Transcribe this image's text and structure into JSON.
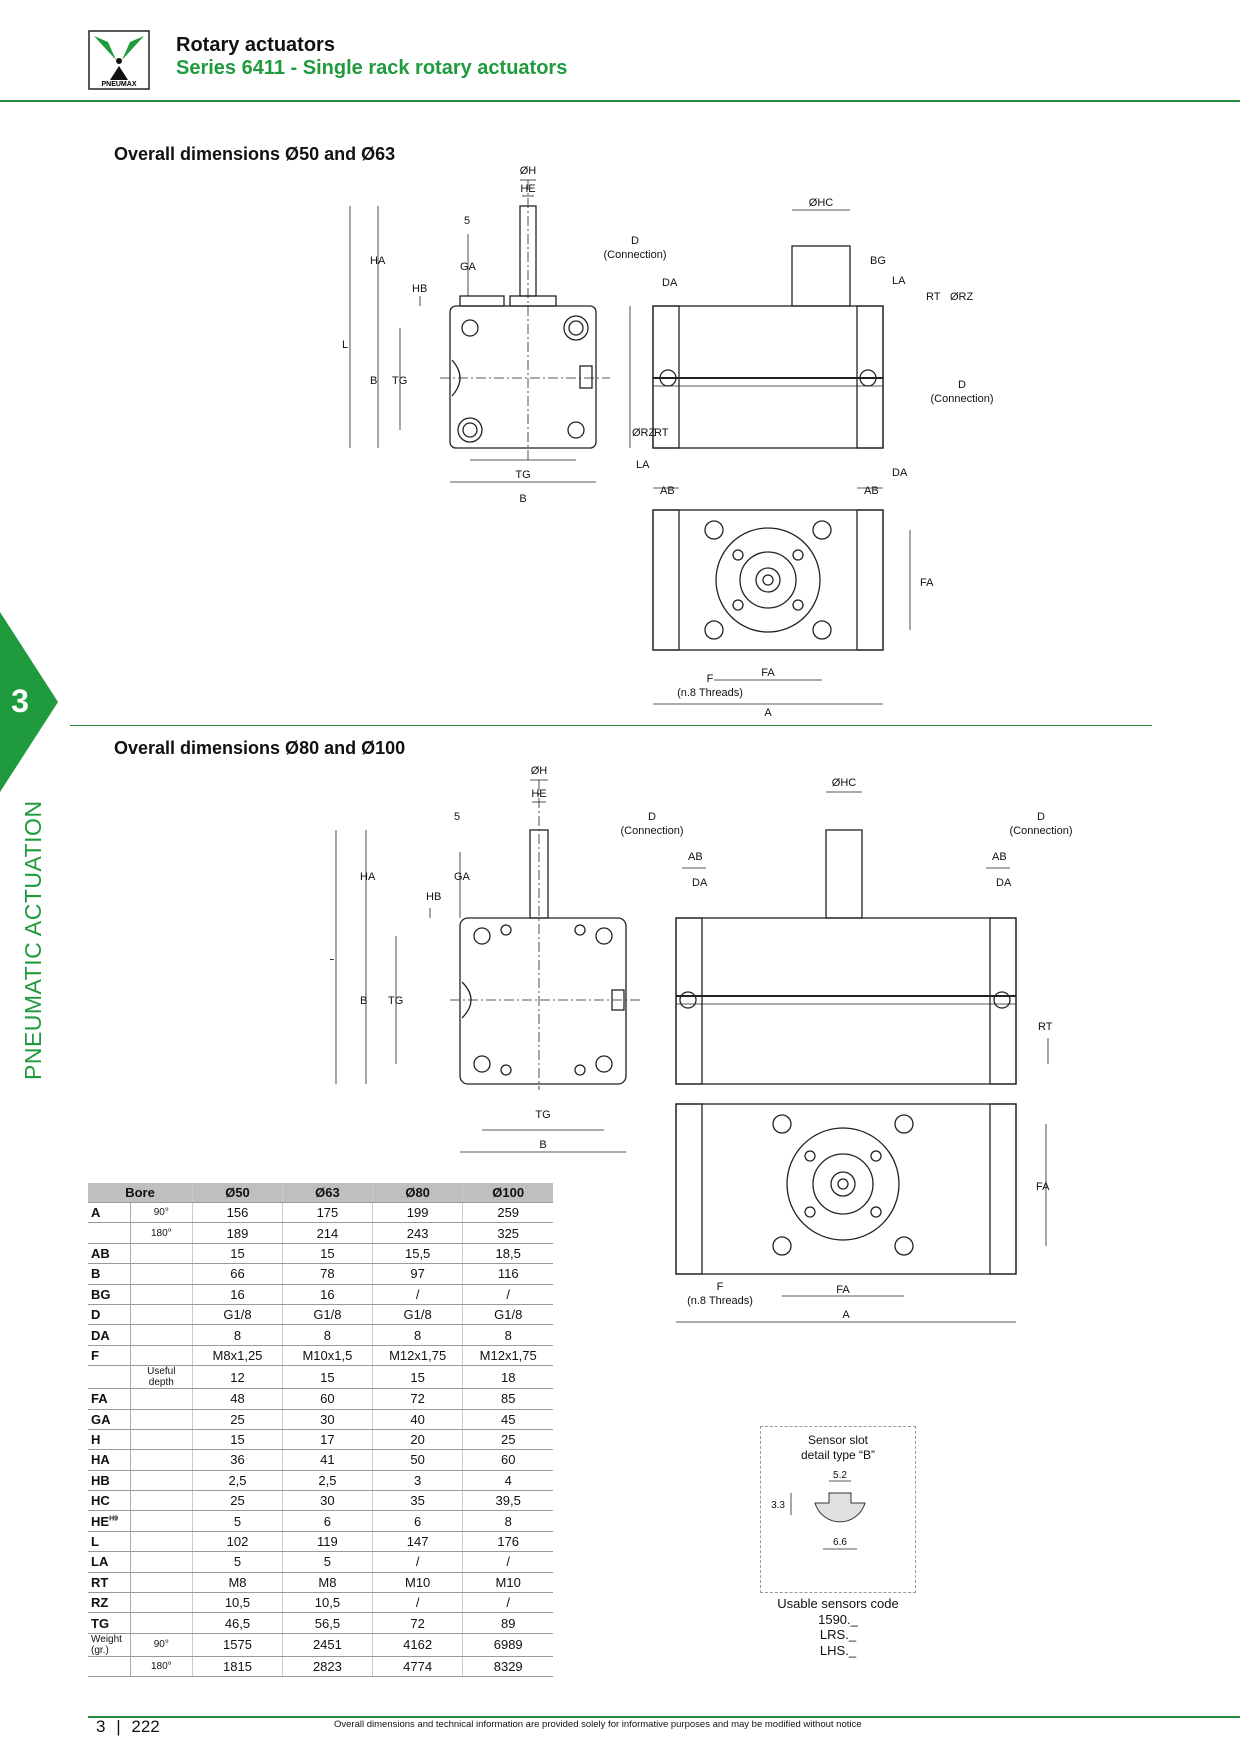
{
  "header": {
    "logo_text": "PNEUMAX",
    "title": "Rotary actuators",
    "subtitle": "Series 6411 - Single rack rotary actuators"
  },
  "section_tab": {
    "number": "3",
    "label": "PNEUMATIC ACTUATION"
  },
  "section1": {
    "title": "Overall dimensions Ø50 and Ø63",
    "labels": {
      "oh": "ØH",
      "he": "HE",
      "five": "5",
      "ga": "GA",
      "ha": "HA",
      "hb": "HB",
      "l": "L",
      "b": "B",
      "tg": "TG",
      "ohc": "ØHC",
      "bg": "BG",
      "la": "LA",
      "rt": "RT",
      "orz": "ØRZ",
      "d": "D",
      "connection": "(Connection)",
      "da": "DA",
      "ab": "AB",
      "fa": "FA",
      "f": "F",
      "threads": "(n.8 Threads)",
      "a": "A"
    }
  },
  "section2": {
    "title": "Overall dimensions Ø80 and Ø100"
  },
  "table": {
    "header": [
      "Bore",
      "Ø50",
      "Ø63",
      "Ø80",
      "Ø100"
    ],
    "rows": [
      {
        "k": "A",
        "s": "90°",
        "v": [
          "156",
          "175",
          "199",
          "259"
        ]
      },
      {
        "k": "",
        "s": "180°",
        "v": [
          "189",
          "214",
          "243",
          "325"
        ]
      },
      {
        "k": "AB",
        "s": "",
        "v": [
          "15",
          "15",
          "15,5",
          "18,5"
        ]
      },
      {
        "k": "B",
        "s": "",
        "v": [
          "66",
          "78",
          "97",
          "116"
        ]
      },
      {
        "k": "BG",
        "s": "",
        "v": [
          "16",
          "16",
          "/",
          "/"
        ]
      },
      {
        "k": "D",
        "s": "",
        "v": [
          "G1/8",
          "G1/8",
          "G1/8",
          "G1/8"
        ]
      },
      {
        "k": "DA",
        "s": "",
        "v": [
          "8",
          "8",
          "8",
          "8"
        ]
      },
      {
        "k": "F",
        "s": "",
        "v": [
          "M8x1,25",
          "M10x1,5",
          "M12x1,75",
          "M12x1,75"
        ]
      },
      {
        "k": "",
        "s": "Useful depth",
        "v": [
          "12",
          "15",
          "15",
          "18"
        ]
      },
      {
        "k": "FA",
        "s": "",
        "v": [
          "48",
          "60",
          "72",
          "85"
        ]
      },
      {
        "k": "GA",
        "s": "",
        "v": [
          "25",
          "30",
          "40",
          "45"
        ]
      },
      {
        "k": "H",
        "s": "",
        "v": [
          "15",
          "17",
          "20",
          "25"
        ]
      },
      {
        "k": "HA",
        "s": "",
        "v": [
          "36",
          "41",
          "50",
          "60"
        ]
      },
      {
        "k": "HB",
        "s": "",
        "v": [
          "2,5",
          "2,5",
          "3",
          "4"
        ]
      },
      {
        "k": "HC",
        "s": "",
        "v": [
          "25",
          "30",
          "35",
          "39,5"
        ]
      },
      {
        "k": "HE",
        "s": "",
        "v": [
          "5",
          "6",
          "6",
          "8"
        ]
      },
      {
        "k": "L",
        "s": "",
        "v": [
          "102",
          "119",
          "147",
          "176"
        ]
      },
      {
        "k": "LA",
        "s": "",
        "v": [
          "5",
          "5",
          "/",
          "/"
        ]
      },
      {
        "k": "RT",
        "s": "",
        "v": [
          "M8",
          "M8",
          "M10",
          "M10"
        ]
      },
      {
        "k": "RZ",
        "s": "",
        "v": [
          "10,5",
          "10,5",
          "/",
          "/"
        ]
      },
      {
        "k": "TG",
        "s": "",
        "v": [
          "46,5",
          "56,5",
          "72",
          "89"
        ]
      },
      {
        "k": "Weight (gr.)",
        "s": "90°",
        "v": [
          "1575",
          "2451",
          "4162",
          "6989"
        ]
      },
      {
        "k": "",
        "s": "180°",
        "v": [
          "1815",
          "2823",
          "4774",
          "8329"
        ]
      }
    ],
    "he_sup": "H9"
  },
  "sensor": {
    "title1": "Sensor slot",
    "title2": "detail type “B”",
    "dim_top": "5.2",
    "dim_side": "3.3",
    "dim_bottom": "6.6",
    "usable": "Usable sensors code",
    "codes": [
      "1590._",
      "LRS._",
      "LHS._"
    ]
  },
  "footer": {
    "chapter": "3",
    "page": "222",
    "note": "Overall dimensions and technical information are provided solely for informative purposes and may be modified without notice"
  },
  "colors": {
    "green": "#1f9a3c",
    "line": "#2a8a3e",
    "table_head": "#bfbfbf"
  }
}
